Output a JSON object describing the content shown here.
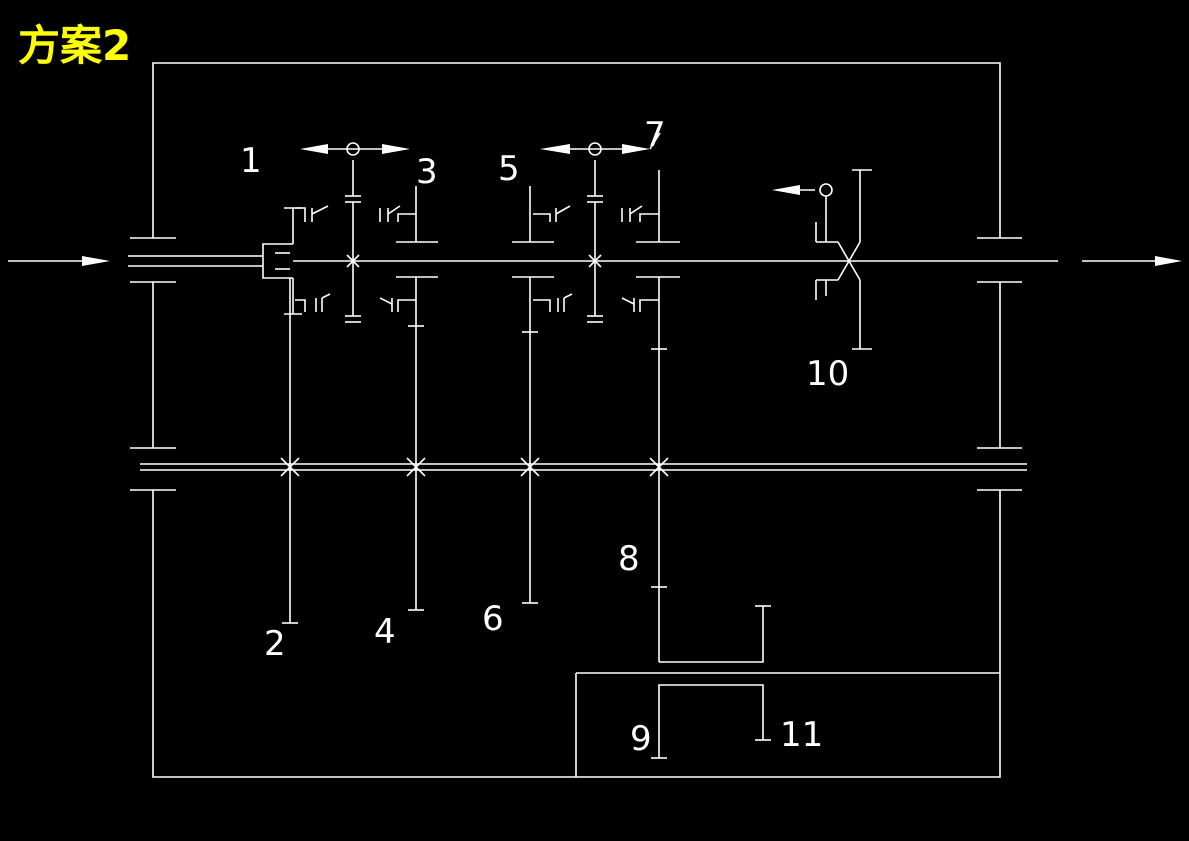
{
  "title": "方案2",
  "labels": {
    "l1": "1",
    "l2": "2",
    "l3": "3",
    "l4": "4",
    "l5": "5",
    "l6": "6",
    "l7": "7",
    "l8": "8",
    "l9": "9",
    "l10": "10",
    "l11": "11"
  },
  "colors": {
    "title": "#ffff00",
    "lines": "#ffffff",
    "background": "#000000"
  }
}
